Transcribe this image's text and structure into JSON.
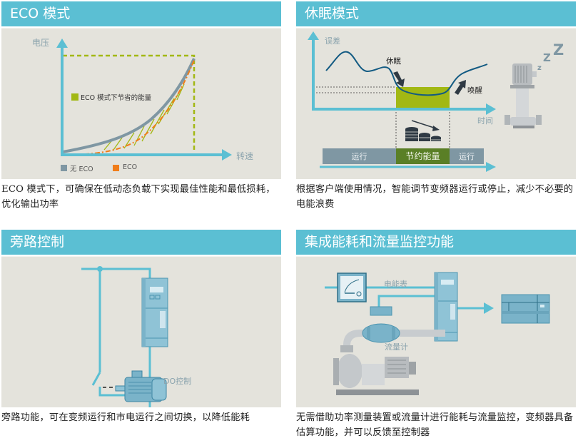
{
  "panels": {
    "eco": {
      "title": "ECO 模式",
      "y_axis": "电压",
      "x_axis": "转速",
      "saved_energy_label": "ECO 模式下节省的能量",
      "legend": [
        {
          "label": "无 ECO",
          "color": "#7f97a3"
        },
        {
          "label": "ECO",
          "color": "#f07d1a"
        }
      ],
      "saved_color": "#a2b814",
      "caption": "ECO 模式下，可确保在低动态负载下实现最佳性能和最低损耗，优化输出功率"
    },
    "sleep": {
      "title": "休眠模式",
      "y_axis": "误差",
      "x_axis": "时间",
      "sleep_label": "休眠",
      "wake_label": "唤醒",
      "zzz": [
        "z",
        "Z",
        "Z"
      ],
      "timeline": [
        {
          "label": "运行",
          "color": "#7f97a3"
        },
        {
          "label": "节约能量",
          "color": "#5a7f26"
        },
        {
          "label": "运行",
          "color": "#7f97a3"
        }
      ],
      "caption": "根据客户端使用情况，智能调节变频器运行或停止，减少不必要的电能浪费"
    },
    "bypass": {
      "title": "旁路控制",
      "do_label": "DO控制",
      "caption": "旁路功能，可在变频运行和市电运行之间切换，以降低能耗"
    },
    "monitor": {
      "title": "集成能耗和流量监控功能",
      "meter_label": "电能表",
      "flow_label": "流量计",
      "caption": "无需借助功率测量装置或流量计进行能耗与流量监控，变频器具备估算功能，并可以反馈至控制器"
    }
  },
  "colors": {
    "header": "#5bbfd3",
    "panel_bg": "#e4e3dc",
    "axis": "#5bbfd3",
    "device": "#7ab3c9"
  }
}
